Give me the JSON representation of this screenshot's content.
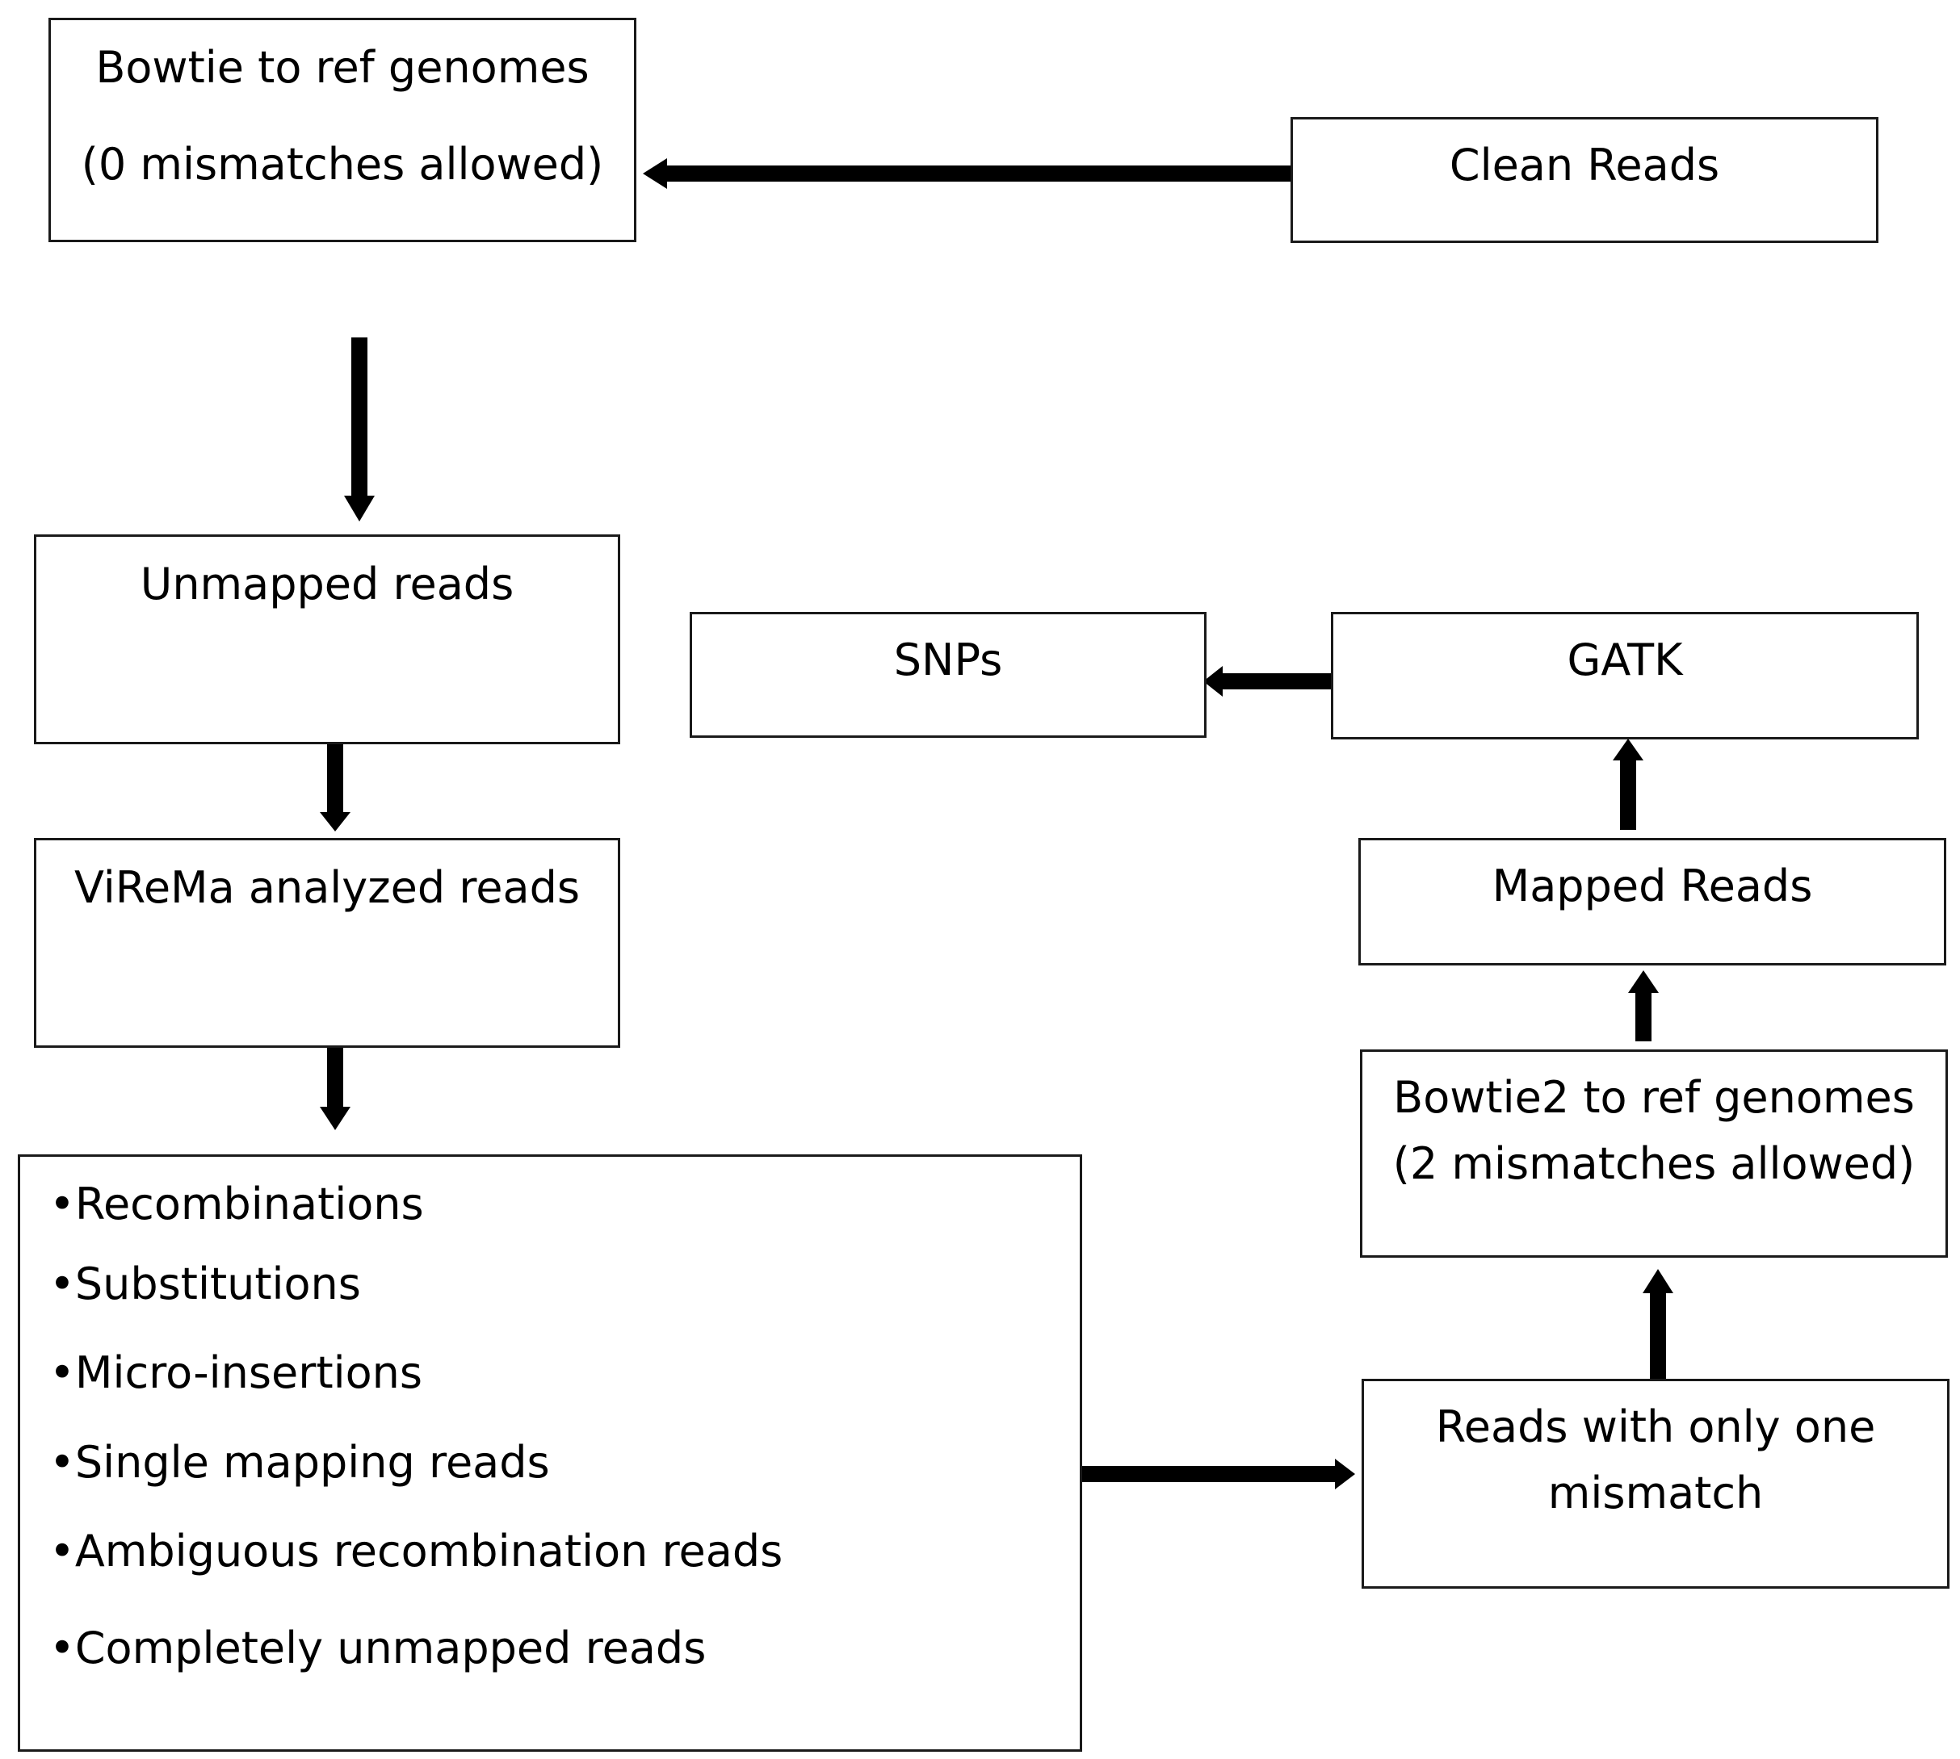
{
  "boxes": {
    "bowtie": {
      "line1": "Bowtie to ref genomes",
      "line2": "(0 mismatches allowed)"
    },
    "clean_reads": {
      "label": "Clean Reads"
    },
    "unmapped": {
      "label": "Unmapped reads"
    },
    "snps": {
      "label": "SNPs"
    },
    "gatk": {
      "label": "GATK"
    },
    "virema": {
      "label": "ViReMa analyzed reads"
    },
    "mapped_reads": {
      "label": "Mapped Reads"
    },
    "bowtie2": {
      "line1": "Bowtie2 to ref genomes",
      "line2": "(2 mismatches allowed)"
    },
    "one_mismatch": {
      "line1": "Reads with only one",
      "line2": "mismatch"
    }
  },
  "outcomes": {
    "items": [
      "•Recombinations",
      "•Substitutions",
      "•Micro-insertions",
      "•Single mapping reads",
      "•Ambiguous recombination reads",
      "•Completely unmapped reads"
    ]
  },
  "colors": {
    "line": "#000000",
    "box_border": "#1a1a1a",
    "background": "#ffffff"
  }
}
